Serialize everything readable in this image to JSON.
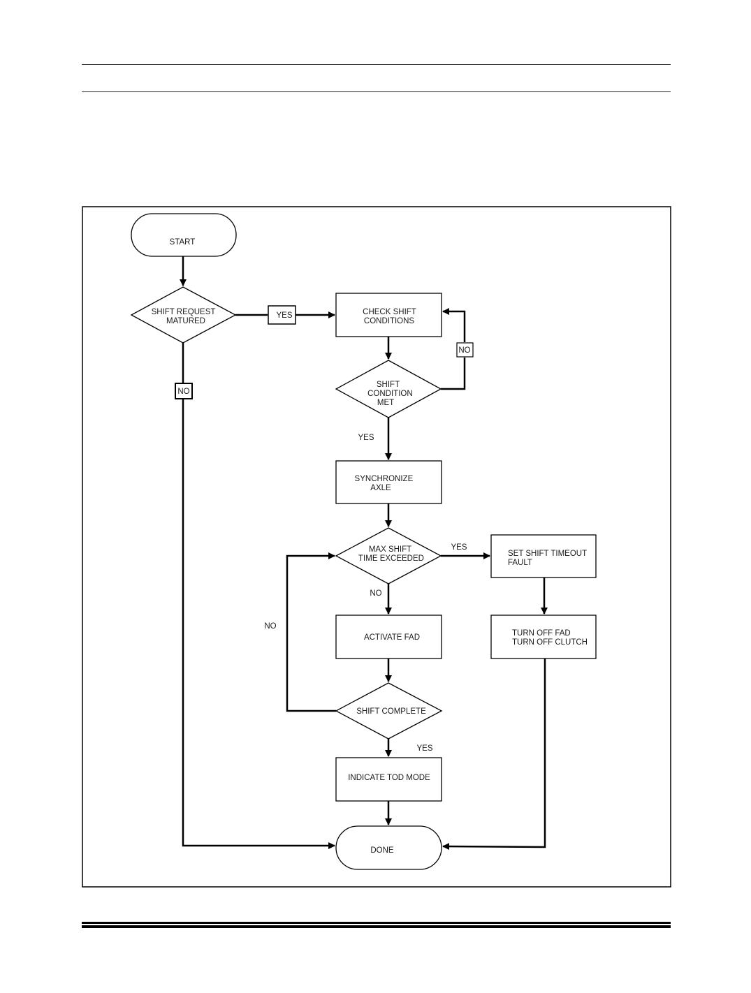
{
  "diagram": {
    "nodes": {
      "start": [
        "START"
      ],
      "shift_request": [
        "SHIFT REQUEST",
        "MATURED"
      ],
      "check_shift": [
        "CHECK SHIFT",
        "CONDITIONS"
      ],
      "shift_condition": [
        "SHIFT",
        "CONDITION",
        "MET"
      ],
      "synchronize": [
        "SYNCHRONIZE",
        "AXLE"
      ],
      "max_shift": [
        "MAX SHIFT",
        "TIME EXCEEDED"
      ],
      "set_timeout": [
        "SET SHIFT TIMEOUT",
        "FAULT"
      ],
      "activate_fad": [
        "ACTIVATE FAD"
      ],
      "turn_off": [
        "TURN OFF FAD",
        "TURN OFF CLUTCH"
      ],
      "shift_complete": [
        "SHIFT COMPLETE"
      ],
      "indicate_tod": [
        "INDICATE TOD MODE"
      ],
      "done": [
        "DONE"
      ]
    },
    "edge_labels": {
      "request_yes": "YES",
      "request_no": "NO",
      "condition_no": "NO",
      "condition_yes": "YES",
      "maxshift_yes": "YES",
      "maxshift_no": "NO",
      "complete_no": "NO",
      "complete_yes": "YES"
    }
  }
}
